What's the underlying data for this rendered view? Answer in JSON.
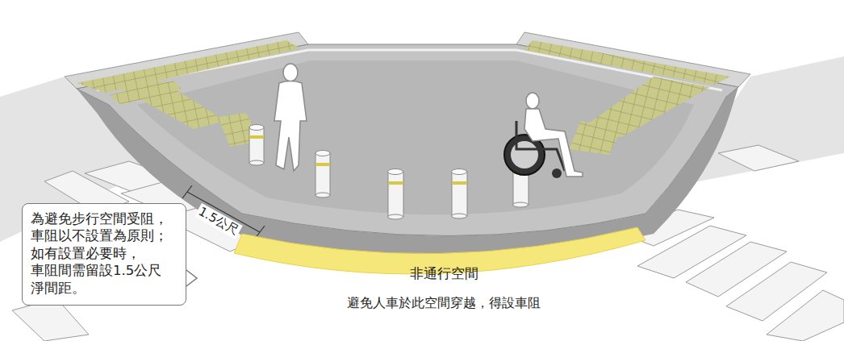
{
  "diagram": {
    "nodes": [
      {
        "text": [
          "為避免步行空間受阻， 車阻以不設置為原則； 如有設置必要時， 車阻間需留設1.5公尺 淨間距。"
        ]
      },
      {
        "text": [
          "非通行空間",
          "避免人車於此空間穿越，得設車阻"
        ]
      }
    ],
    "labels": [
      "1.5公尺"
    ]
  }
}
